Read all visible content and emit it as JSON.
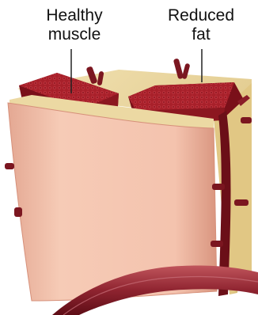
{
  "labels": {
    "healthy_muscle": {
      "line1": "Healthy",
      "line2": "muscle"
    },
    "reduced_fat": {
      "line1": "Reduced",
      "line2": "fat"
    }
  },
  "colors": {
    "fat": "#e8d39a",
    "fat_shadow": "#c9ab63",
    "muscle": "#a8202a",
    "muscle_dark": "#6e0f18",
    "skin": "#f3c2ad",
    "skin_shadow": "#d89c86",
    "vessel": "#7b1620",
    "leader": "#222222"
  }
}
